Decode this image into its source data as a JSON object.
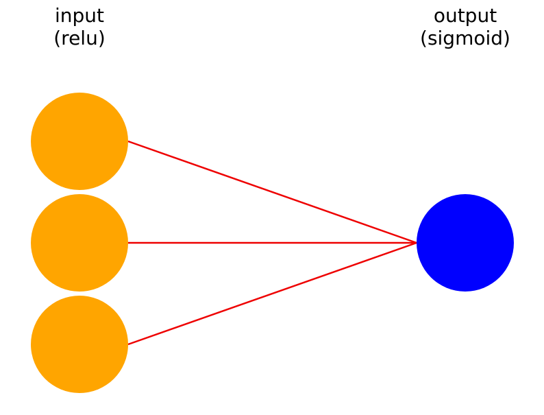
{
  "layers": [
    {
      "id": "input",
      "title": "input",
      "activation": "(relu)",
      "node_count": 3,
      "node_color": "#FFA500"
    },
    {
      "id": "output",
      "title": "output",
      "activation": "(sigmoid)",
      "node_count": 1,
      "node_color": "#0000FF"
    }
  ],
  "connections": {
    "color": "#EE0000",
    "from": "input",
    "to": "output"
  }
}
